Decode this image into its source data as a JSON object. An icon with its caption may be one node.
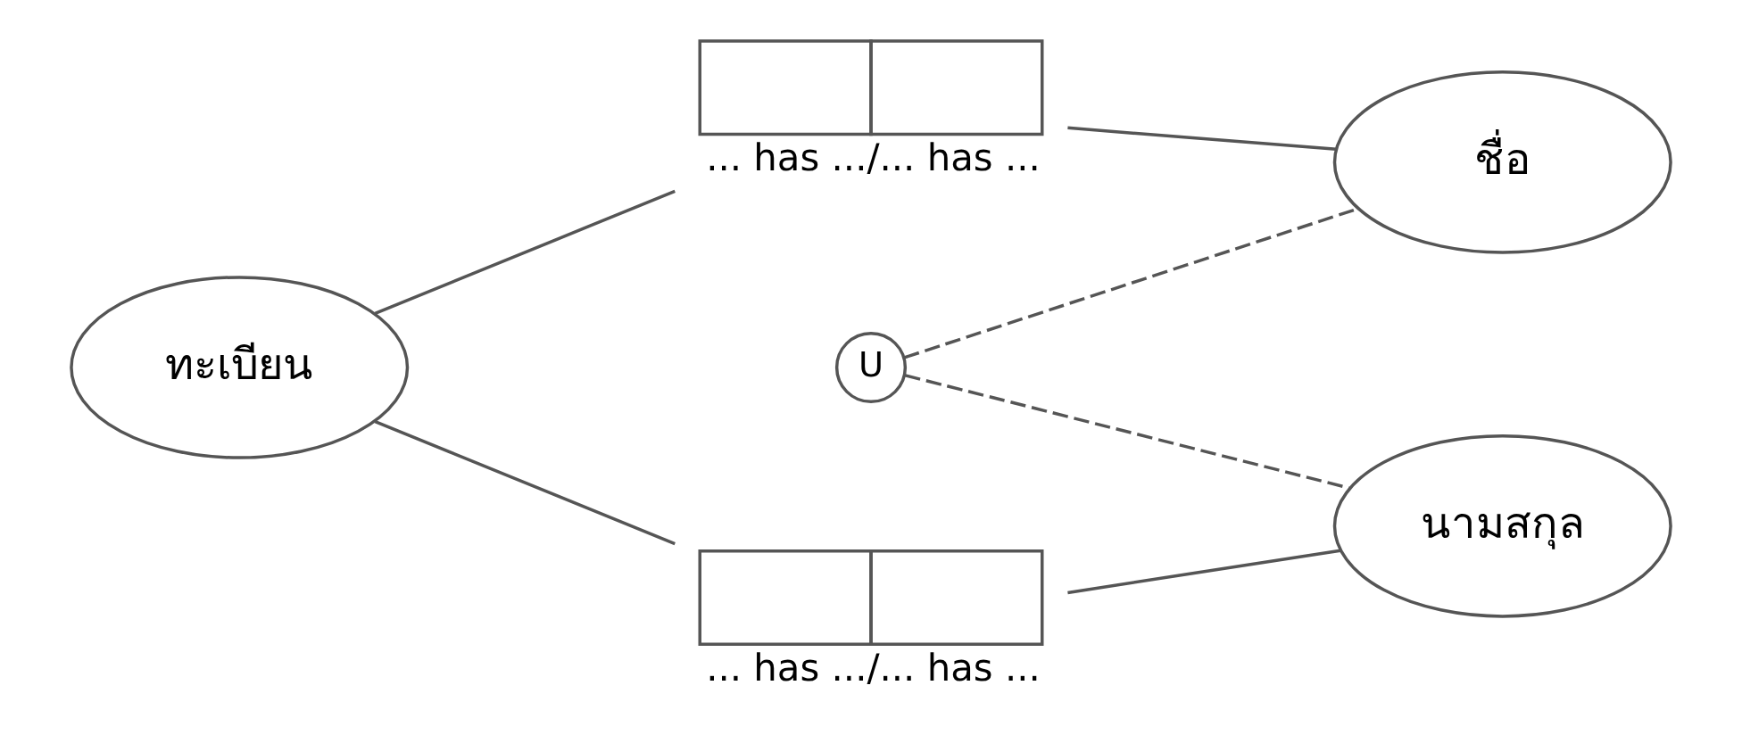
{
  "diagram": {
    "nodes": [
      {
        "text": [
          "ทะเบียน"
        ]
      },
      {
        "text": [],
        "shape": "box",
        "beside": [
          "... has .../... has ..."
        ]
      },
      {
        "text": [
          "ชื่อ"
        ]
      },
      {
        "text": [
          "U"
        ]
      },
      {
        "text": [],
        "shape": "box",
        "beside": [
          "... has .../... has ..."
        ]
      },
      {
        "text": [
          "นามสกุล"
        ]
      }
    ],
    "edges": [
      {
        "from": 0,
        "to": 1,
        "arrow": "none"
      },
      {
        "from": 1,
        "to": 2,
        "arrow": "none"
      },
      {
        "from": 3,
        "to": 2,
        "arrow": "none",
        "style": "dashed"
      },
      {
        "from": 3,
        "to": 5,
        "arrow": "none",
        "style": "dashed"
      },
      {
        "from": 0,
        "to": 4,
        "arrow": "none"
      },
      {
        "from": 4,
        "to": 5,
        "arrow": "none"
      }
    ]
  }
}
